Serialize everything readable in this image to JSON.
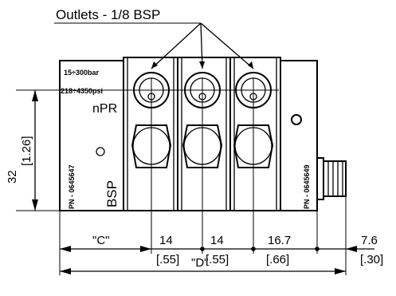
{
  "title": "Outlets - 1/8 BSP",
  "pressure_labels": [
    "15÷300bar",
    "218÷4350psi"
  ],
  "block_code": "nPR",
  "thread_label": "BSP",
  "part_numbers": [
    "PN - 0645647",
    "PN - 0645649"
  ],
  "height_dim": {
    "mm": "32",
    "inch": "[1.26]"
  },
  "bottom_dims": [
    {
      "name": "C",
      "mm": "\"C\"",
      "inch": ""
    },
    {
      "name": "pitch-1",
      "mm": "14",
      "inch": "[.55]"
    },
    {
      "name": "pitch-2",
      "mm": "14",
      "inch": "[.55]"
    },
    {
      "name": "pitch-3",
      "mm": "16.7",
      "inch": "[.66]"
    },
    {
      "name": "connector",
      "mm": "7.6",
      "inch": "[.30]"
    }
  ],
  "overall_dim": "\"D\""
}
